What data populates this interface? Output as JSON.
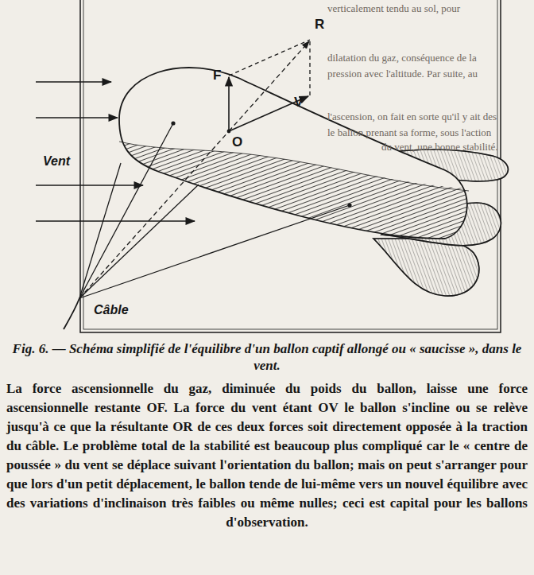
{
  "diagram": {
    "caption": "Fig. 6. — Schéma simplifié de l'équilibre d'un ballon captif allongé ou « saucisse », dans le vent.",
    "labels": [
      "R",
      "F",
      "V",
      "O",
      "Vent",
      "Câble",
      "verticalement tendu au sol, pour",
      "dilatation du gaz, conséquence de la",
      "pression avec l'altitude. Par suite, au",
      "l'ascension, on fait en sorte qu'il y ait des",
      "le ballon prenant sa forme, sous l'action",
      "du vent, une bonne stabilité.",
      "La force ascensionnelle du gaz, diminuée du poids du ballon, laisse une force ascensionnelle restante OF. La force du vent étant OV le ballon s'incline ou se relève jusqu'à ce que la résultante OR de ces deux forces soit directement opposée à la traction du câble. Le problème total de la stabilité est beaucoup plus compliqué car le « centre de poussée » du vent se déplace suivant l'orientation du ballon; mais on peut s'arranger pour que lors d'un petit déplacement, le ballon tende de lui-même vers un nouvel équilibre avec des variations d'inclinaison très faibles ou même nulles; ceci est capital pour les ballons d'observation."
    ]
  }
}
